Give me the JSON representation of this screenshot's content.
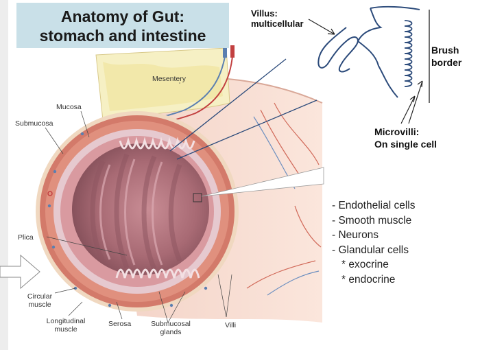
{
  "title": {
    "line1": "Anatomy of Gut:",
    "line2": "stomach and intestine"
  },
  "labels": {
    "mesentery": "Mesentery",
    "mucosa": "Mucosa",
    "submucosa": "Submucosa",
    "plica": "Plica",
    "circular_muscle_1": "Circular",
    "circular_muscle_2": "muscle",
    "longitudinal_muscle_1": "Longitudinal",
    "longitudinal_muscle_2": "muscle",
    "serosa": "Serosa",
    "submucosal_glands_1": "Submucosal",
    "submucosal_glands_2": "glands",
    "villi": "Villi"
  },
  "annotations": {
    "villus_1": "Villus:",
    "villus_2": "multicellular",
    "brush_border_1": "Brush",
    "brush_border_2": "border",
    "microvilli_1": "Microvilli:",
    "microvilli_2": "On single cell"
  },
  "cell_types": [
    "- Endothelial cells",
    "- Smooth muscle",
    "- Neurons",
    "- Glandular cells",
    "* exocrine",
    "* endocrine"
  ],
  "colors": {
    "title_bg": "#c9e0e8",
    "lumen": "#a86a74",
    "mucosa": "#d99aa0",
    "submucosa": "#e6c9cf",
    "muscle": "#d37a6a",
    "serosa": "#f0d8c0",
    "mesentery_fat": "#f2e8b0",
    "annotation_ink": "#2b4a7a"
  }
}
